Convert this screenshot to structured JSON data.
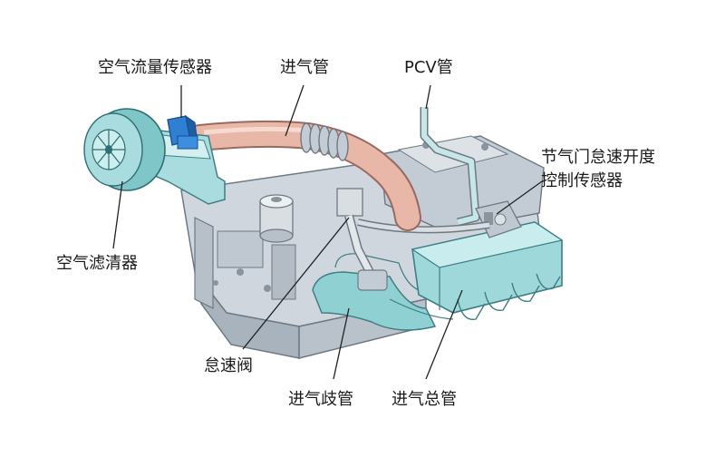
{
  "labels": {
    "maf_sensor": "空气流量传感器",
    "intake_pipe": "进气管",
    "pcv_pipe": "PCV管",
    "tps_line1": "节气门怠速开度",
    "tps_line2": "控制传感器",
    "air_filter": "空气滤清器",
    "idle_valve": "怠速阀",
    "intake_manifold": "进气歧管",
    "intake_plenum": "进气总管"
  },
  "colors": {
    "engine_body": "#cfd6dd",
    "engine_shadow": "#a9b3bd",
    "engine_dark": "#8a949e",
    "filter_teal": "#7fc6c9",
    "filter_dark": "#4f9ea3",
    "hose_pink": "#e9b7a8",
    "hose_dark": "#c98f80",
    "sensor_blue": "#2f7fd3",
    "manifold_teal": "#8fd0d2",
    "leader": "#222222"
  }
}
